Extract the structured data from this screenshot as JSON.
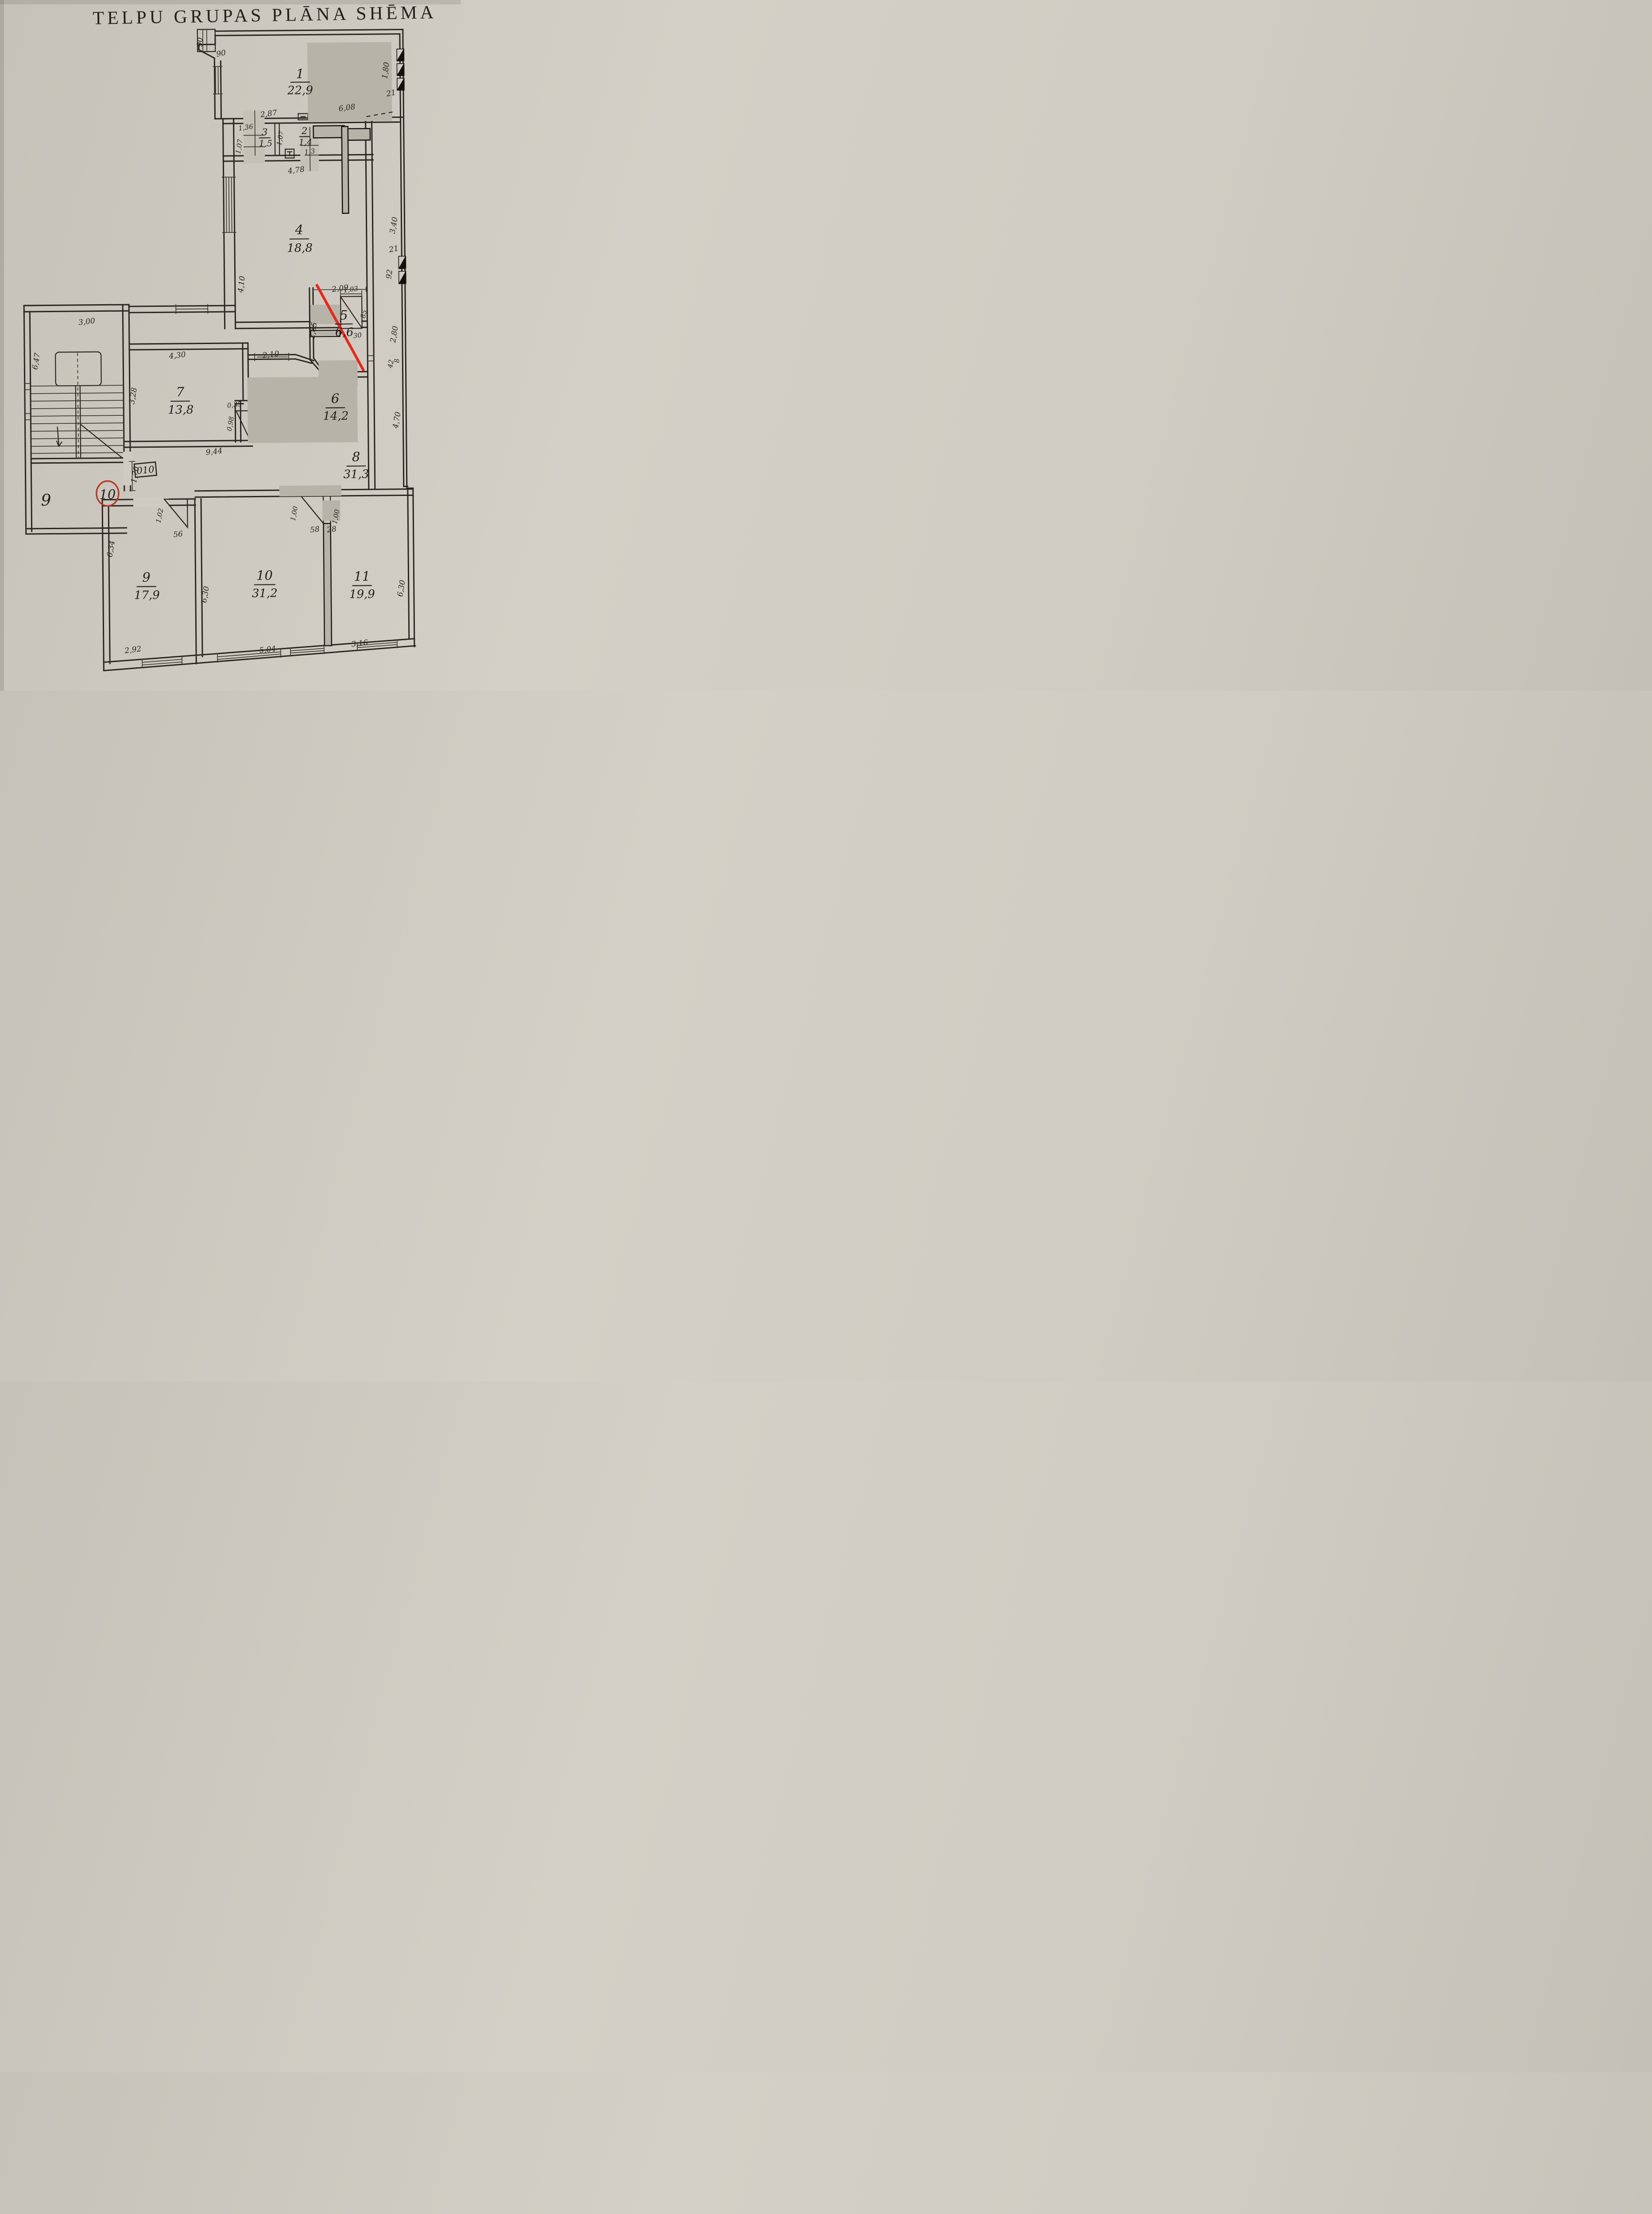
{
  "title": "TELPU GRUPAS PLĀNA SHĒMA",
  "plan": {
    "rooms": [
      {
        "num": "1",
        "area": "22,9"
      },
      {
        "num": "2",
        "area": "1,4"
      },
      {
        "num": "3",
        "area": "1,5"
      },
      {
        "num": "4",
        "area": "18,8"
      },
      {
        "num": "5",
        "area": "6,6"
      },
      {
        "num": "6",
        "area": "14,2"
      },
      {
        "num": "7",
        "area": "13,8"
      },
      {
        "num": "8",
        "area": "31,3"
      },
      {
        "num": "9",
        "area": "17,9"
      },
      {
        "num": "10",
        "area": "31,2"
      },
      {
        "num": "11",
        "area": "19,9"
      }
    ],
    "annotations": {
      "unit_box": "010",
      "stair_label": "9",
      "circled_unit": "10"
    },
    "dims": [
      "90",
      "90",
      "1,80",
      "21",
      "2,87",
      "6,08",
      "1,36",
      "1,07",
      "1,07",
      "1,3",
      "4,78",
      "4,10",
      "3,40",
      "21",
      "92",
      "1,03",
      "85",
      "30",
      "2,09",
      "2,65",
      "2,80",
      "42",
      "8",
      "4,70",
      "3,00",
      "6,47",
      "2,10",
      "4,30",
      "3,28",
      "0,35",
      "0,98",
      "9,44",
      "1,70",
      "6,34",
      "1,02",
      "56",
      "6,30",
      "1,00",
      "58",
      "28",
      "1,00",
      "6,30",
      "2,92",
      "5,04",
      "3,16"
    ],
    "colors": {
      "ink": "#2a251e",
      "marker_red": "#e8271b",
      "circle_red": "#b43a2c",
      "redaction_grey": "#b8b3a9"
    }
  }
}
